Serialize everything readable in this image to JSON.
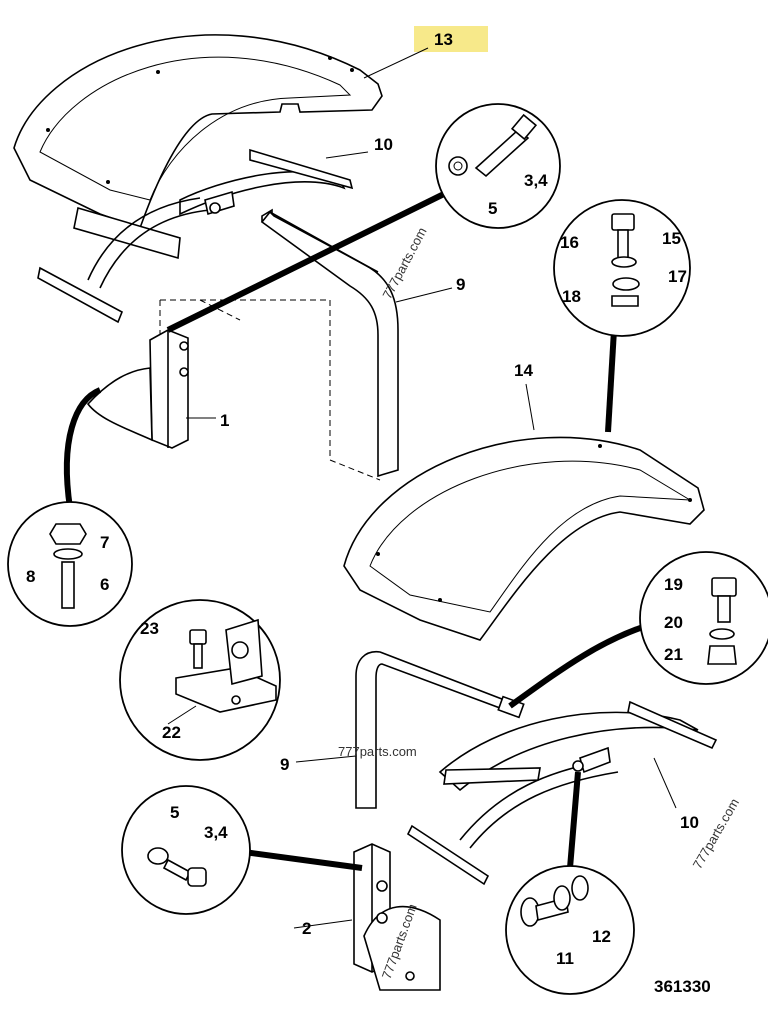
{
  "labels": {
    "l13": "13",
    "l10a": "10",
    "l34a": "3,4",
    "l5a": "5",
    "l16": "16",
    "l15": "15",
    "l17": "17",
    "l18": "18",
    "l9a": "9",
    "l14": "14",
    "l1": "1",
    "l7": "7",
    "l8": "8",
    "l6": "6",
    "l19": "19",
    "l20": "20",
    "l21": "21",
    "l23": "23",
    "l22": "22",
    "l9b": "9",
    "l5b": "5",
    "l34b": "3,4",
    "l10b": "10",
    "l2": "2",
    "l12": "12",
    "l11": "11"
  },
  "drawing_number": "361330",
  "watermarks": {
    "w1": "777parts.com",
    "w2": "777parts.com",
    "w3": "777parts.com",
    "w4": "777parts.com"
  },
  "colors": {
    "highlight": "#f7e98a",
    "ink": "#000000"
  }
}
